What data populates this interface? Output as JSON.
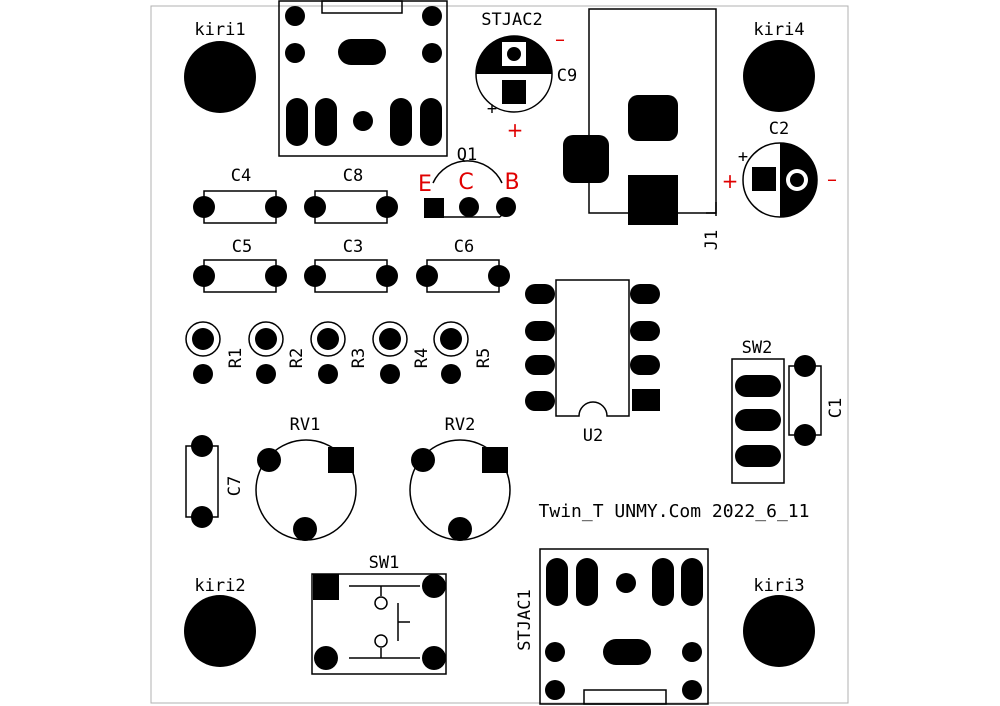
{
  "board": {
    "credit": "Twin_T UNMY.Com  2022_6_11"
  },
  "mount_holes": {
    "kiri1": "kiri1",
    "kiri2": "kiri2",
    "kiri3": "kiri3",
    "kiri4": "kiri4"
  },
  "components": {
    "stjac1": "STJAC1",
    "stjac2": "STJAC2",
    "j1": "J1",
    "c1": "C1",
    "c2": "C2",
    "c3": "C3",
    "c4": "C4",
    "c5": "C5",
    "c6": "C6",
    "c7": "C7",
    "c8": "C8",
    "c9": "C9",
    "q1": "Q1",
    "r1": "R1",
    "r2": "R2",
    "r3": "R3",
    "r4": "R4",
    "r5": "R5",
    "rv1": "RV1",
    "rv2": "RV2",
    "u2": "U2",
    "sw1": "SW1",
    "sw2": "SW2"
  },
  "q1_pins": {
    "e": "E",
    "c": "C",
    "b": "B"
  },
  "polarity": {
    "stjac2_minus": "–",
    "stjac2_plus": "+",
    "c2_plus": "+",
    "c2_minus": "–",
    "small_plus": "+"
  },
  "colors": {
    "outline": "#000000",
    "board_edge": "#b0b0b0",
    "annotation": "#e00000",
    "background": "#ffffff"
  }
}
